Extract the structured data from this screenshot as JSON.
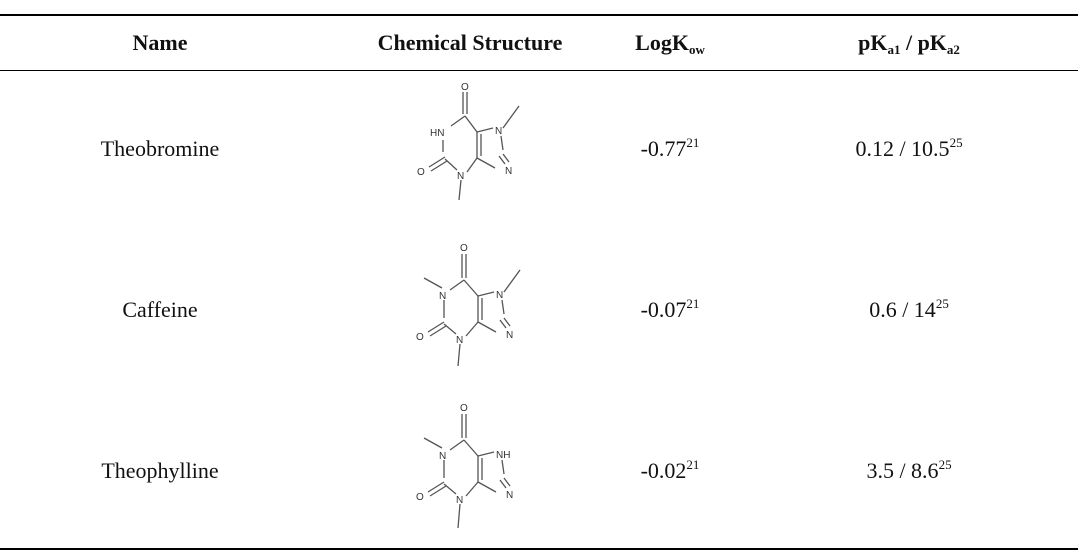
{
  "header": {
    "name": "Name",
    "structure": "Chemical Structure",
    "logk_base": "LogK",
    "logk_sub": "ow",
    "pka1_base": "pK",
    "pka1_sub": "a1",
    "pka_sep": " / ",
    "pka2_base": "pK",
    "pka2_sub": "a2"
  },
  "rows": [
    {
      "name": "Theobromine",
      "logk": "-0.77",
      "logk_ref": "21",
      "pka": "0.12 / 10.5",
      "pka_ref": "25",
      "atoms": {
        "o_top": "O",
        "n1": "HN",
        "n3": "N",
        "o_left": "O",
        "n7": "N",
        "n9": "N"
      }
    },
    {
      "name": "Caffeine",
      "logk": "-0.07",
      "logk_ref": "21",
      "pka": "0.6 / 14",
      "pka_ref": "25",
      "atoms": {
        "o_top": "O",
        "n1": "N",
        "n3": "N",
        "o_left": "O",
        "n7": "N",
        "n9": "N"
      }
    },
    {
      "name": "Theophylline",
      "logk": "-0.02",
      "logk_ref": "21",
      "pka": "3.5 / 8.6",
      "pka_ref": "25",
      "atoms": {
        "o_top": "O",
        "n1": "N",
        "n3": "N",
        "o_left": "O",
        "n7": "NH",
        "n9": "N"
      }
    }
  ]
}
